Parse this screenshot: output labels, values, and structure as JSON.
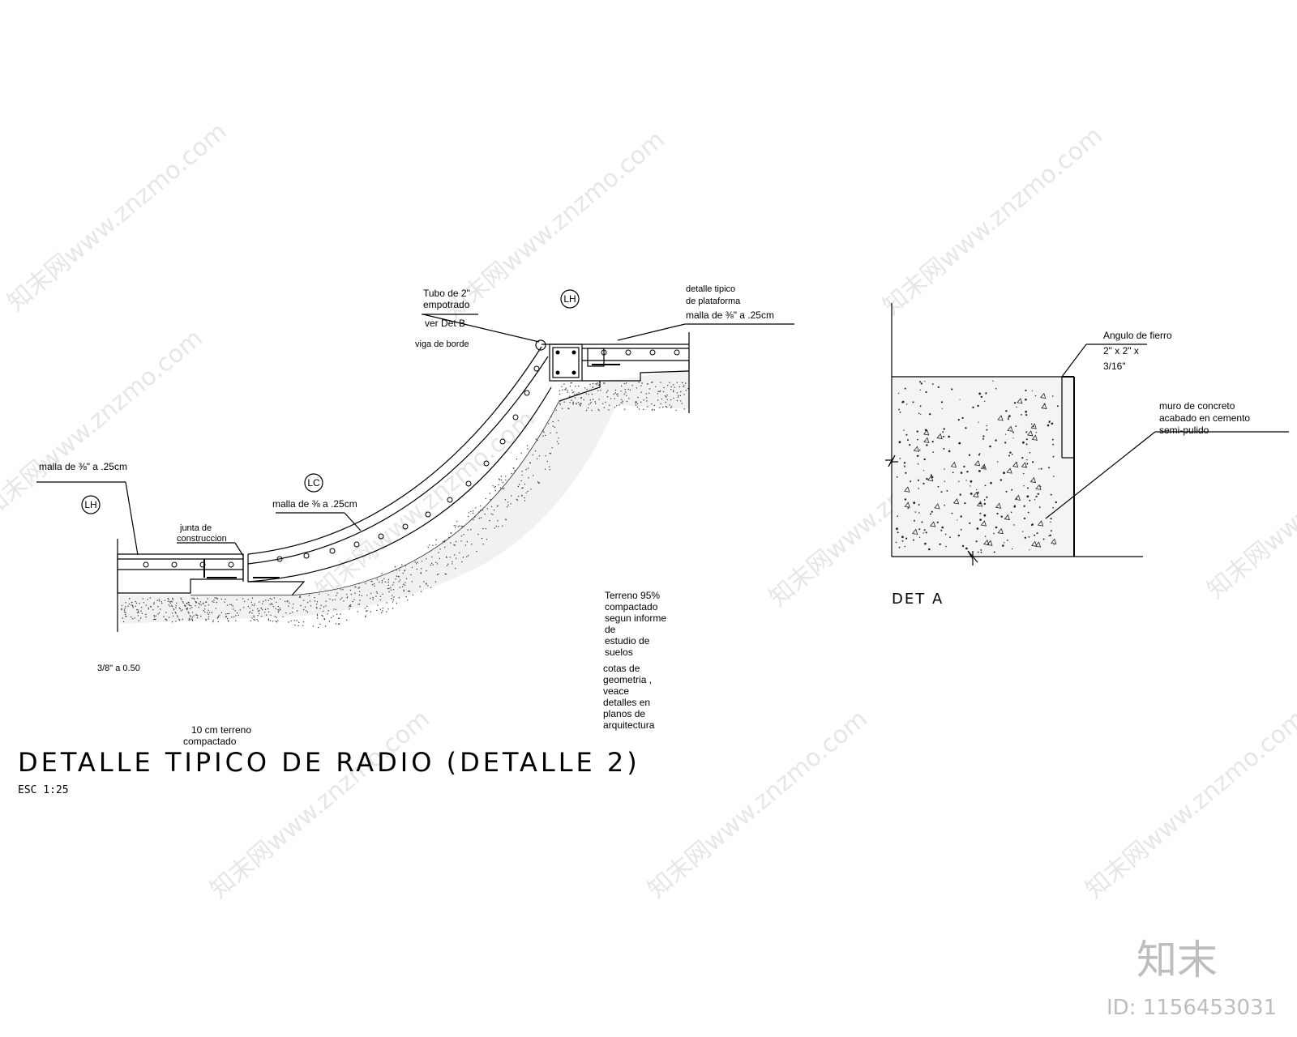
{
  "watermark": "知末网www.znzmo.com",
  "title": "DETALLE TIPICO DE RADIO (DETALLE 2)",
  "scale": "ESC 1:25",
  "labels": {
    "tubo_1": "Tubo de 2\"",
    "tubo_2": "empotrado",
    "tubo_3": "ver Det B",
    "viga": "viga de borde",
    "plat_1": "detalle tipico",
    "plat_2": "de plataforma",
    "malla_top": "malla de ⅜\" a .25cm",
    "malla_left": "malla de ⅜\" a .25cm",
    "malla_curve": "malla de ⅜ a .25cm",
    "junta_1": "junta de",
    "junta_2": "construccion",
    "rebar": "3/8\" a 0.50",
    "terreno10_1": "10 cm terreno",
    "terreno10_2": "compactado",
    "terreno95": [
      "Terreno 95%",
      "compactado",
      "segun informe",
      "de",
      "estudio de",
      "suelos"
    ],
    "cotas": [
      "cotas de",
      "geometria ,",
      "veace",
      "detalles en",
      "planos de",
      "arquitectura"
    ]
  },
  "tags": {
    "lh_top": "LH",
    "lc": "LC",
    "lh_left": "LH"
  },
  "det_a": {
    "title": "DET A",
    "angulo": [
      "Angulo de fierro",
      "2\" x 2\" x",
      "3/16\""
    ],
    "muro": [
      "muro de concreto",
      "acabado en cemento",
      "semi-pulido"
    ]
  },
  "brand": {
    "logo": "知末",
    "id": "ID: 1156453031"
  }
}
